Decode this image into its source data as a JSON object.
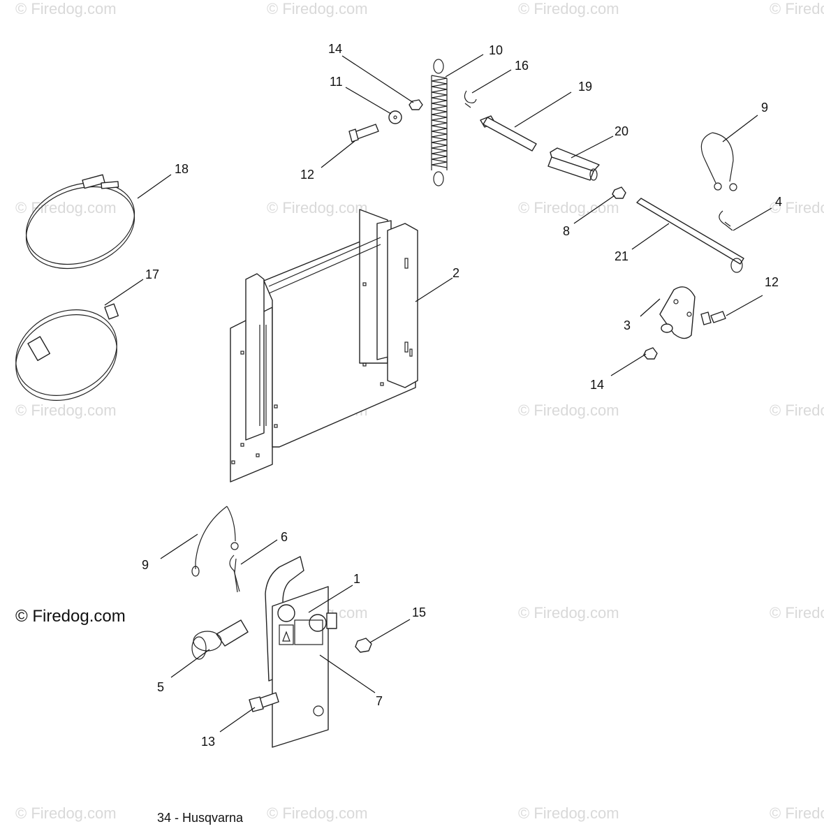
{
  "watermark": {
    "text": "© Firedog.com"
  },
  "copyright": {
    "text": "© Firedog.com"
  },
  "footer": {
    "page_label": "34 - Husqvarna"
  },
  "callouts": {
    "c1": "1",
    "c2": "2",
    "c3": "3",
    "c4": "4",
    "c5": "5",
    "c6": "6",
    "c7": "7",
    "c8": "8",
    "c9a": "9",
    "c9b": "9",
    "c10": "10",
    "c11": "11",
    "c12a": "12",
    "c12b": "12",
    "c13": "13",
    "c14a": "14",
    "c14b": "14",
    "c15": "15",
    "c16": "16",
    "c17": "17",
    "c18": "18",
    "c19": "19",
    "c20": "20",
    "c21": "21"
  },
  "parts": [
    {
      "id": "1",
      "name": "hitch-bracket"
    },
    {
      "id": "2",
      "name": "mounting-plate"
    },
    {
      "id": "3",
      "name": "pivot-plate"
    },
    {
      "id": "4",
      "name": "hairpin-clip"
    },
    {
      "id": "5",
      "name": "lock-pin"
    },
    {
      "id": "6",
      "name": "hairpin-clip"
    },
    {
      "id": "7",
      "name": "warning-decal"
    },
    {
      "id": "8",
      "name": "nut"
    },
    {
      "id": "9",
      "name": "lanyard"
    },
    {
      "id": "10",
      "name": "extension-spring"
    },
    {
      "id": "11",
      "name": "washer"
    },
    {
      "id": "12",
      "name": "bolt"
    },
    {
      "id": "13",
      "name": "bolt"
    },
    {
      "id": "14",
      "name": "nut"
    },
    {
      "id": "15",
      "name": "nut"
    },
    {
      "id": "16",
      "name": "clip"
    },
    {
      "id": "17",
      "name": "hose-clamp"
    },
    {
      "id": "18",
      "name": "hose-clamp"
    },
    {
      "id": "19",
      "name": "l-pin"
    },
    {
      "id": "20",
      "name": "spacer-tube"
    },
    {
      "id": "21",
      "name": "rod"
    }
  ]
}
